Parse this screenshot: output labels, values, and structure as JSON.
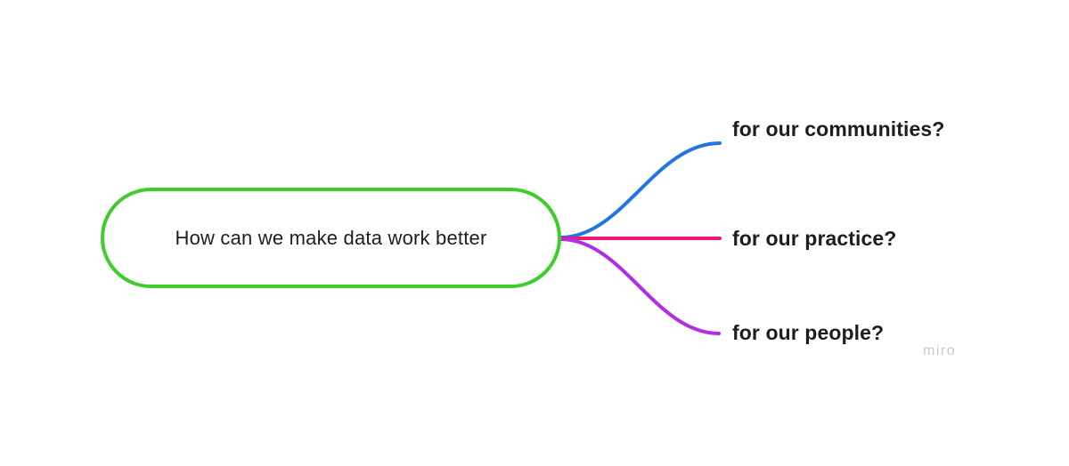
{
  "canvas": {
    "background_color": "#ffffff"
  },
  "root_node": {
    "label": "How can we make data work better",
    "border_color": "#3ECD2B",
    "fill_color": "#ffffff",
    "text_color": "#1e1e1e"
  },
  "branches": [
    {
      "label": "for our communities?",
      "color": "#2176E3"
    },
    {
      "label": "for our practice?",
      "color": "#E8187D"
    },
    {
      "label": "for our people?",
      "color": "#B02EE3"
    }
  ],
  "watermark": {
    "text": "miro",
    "color": "#c5c8d2"
  }
}
